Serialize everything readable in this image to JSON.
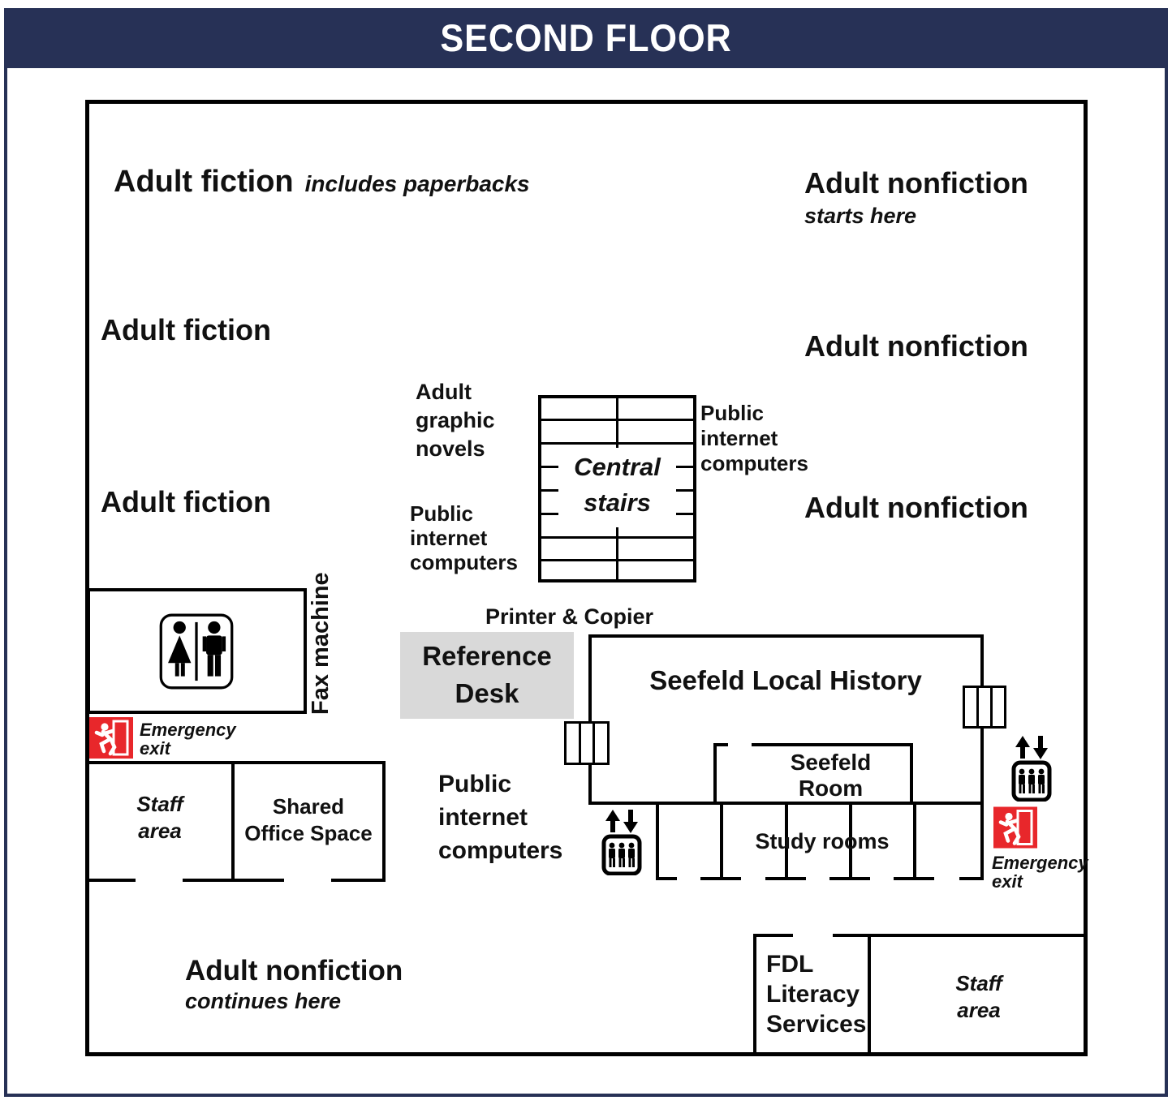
{
  "banner": {
    "title": "SECOND FLOOR"
  },
  "colors": {
    "navy": "#273156",
    "red": "#e8272b",
    "desk_gray": "#d9d9d9",
    "wall_black": "#000000"
  },
  "areas": {
    "adult_fiction_1": {
      "label": "Adult fiction",
      "qualifier": "includes paperbacks"
    },
    "adult_fiction_2": {
      "label": "Adult fiction"
    },
    "adult_fiction_3": {
      "label": "Adult fiction"
    },
    "adult_nonfiction_1": {
      "label": "Adult nonfiction",
      "qualifier": "starts here"
    },
    "adult_nonfiction_2": {
      "label": "Adult nonfiction"
    },
    "adult_nonfiction_3": {
      "label": "Adult nonfiction"
    },
    "adult_graphic_novels": {
      "label": "Adult graphic novels"
    },
    "public_internet_computers_upper": {
      "label": "Public internet computers"
    },
    "public_internet_computers_lower": {
      "label": "Public internet computers"
    },
    "public_internet_computers_south": {
      "label": "Public internet computers"
    },
    "central_stairs": {
      "label": "Central stairs"
    },
    "printer_copier": {
      "label": "Printer & Copier"
    },
    "reference_desk": {
      "label": "Reference Desk"
    },
    "seefeld_local_history": {
      "label": "Seefeld Local History"
    },
    "seefeld_room": {
      "label": "Seefeld Room"
    },
    "study_rooms": {
      "label": "Study rooms"
    },
    "fax_machine": {
      "label": "Fax machine"
    },
    "staff_area_west": {
      "label": "Staff area"
    },
    "shared_office_space": {
      "label": "Shared Office Space"
    },
    "adult_nonfiction_south": {
      "label": "Adult nonfiction",
      "qualifier": "continues here"
    },
    "fdl_literacy_services": {
      "label": "FDL Literacy Services"
    },
    "staff_area_southeast": {
      "label": "Staff area"
    },
    "emergency_exit_west": {
      "label": "Emergency exit"
    },
    "emergency_exit_east": {
      "label": "Emergency exit"
    }
  },
  "icons": {
    "restroom": "restroom-sign",
    "elevator": "elevator-up-down",
    "emergency_exit": "running-man-exit",
    "door": "triple-pane-door"
  }
}
